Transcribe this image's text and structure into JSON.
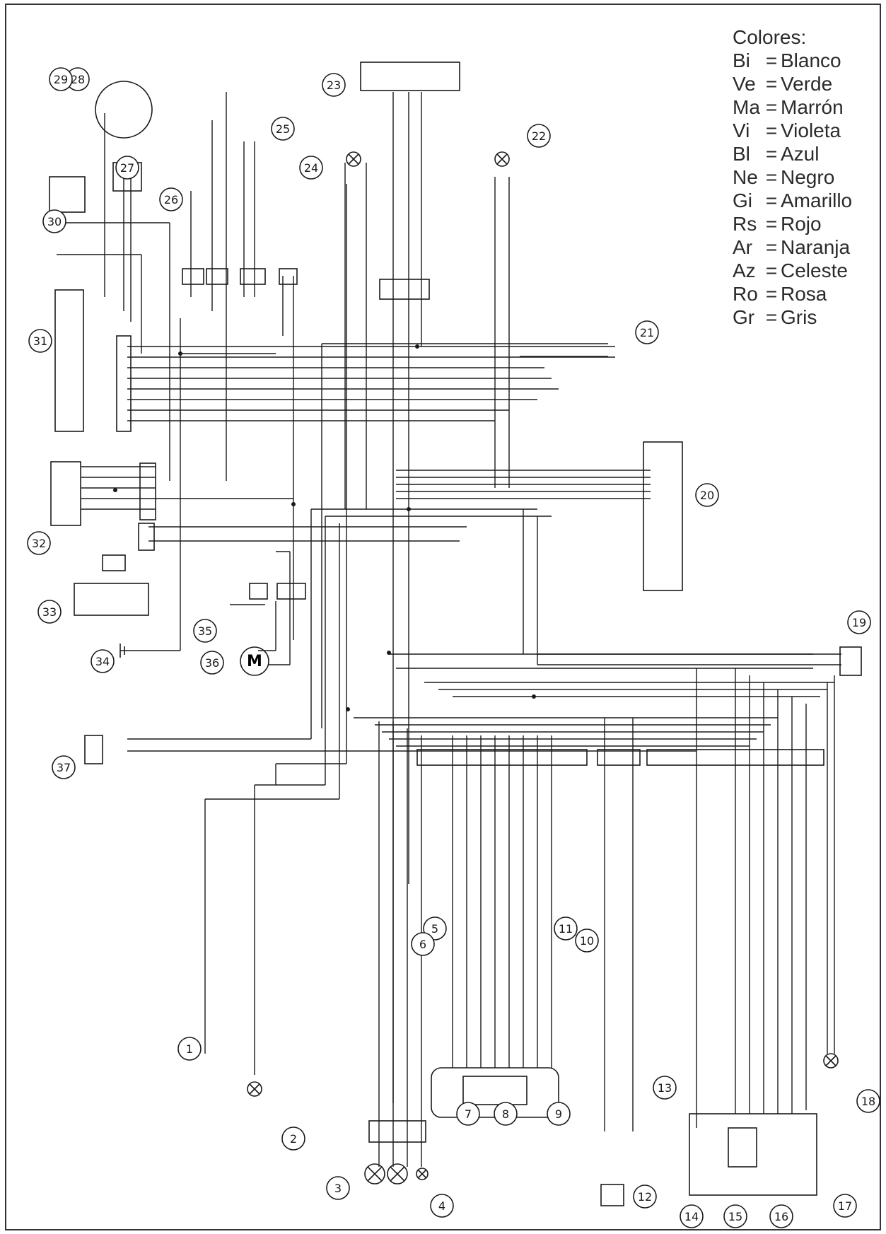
{
  "legend": {
    "title": "Colores:",
    "items": [
      {
        "code": "Bi",
        "name": "Blanco"
      },
      {
        "code": "Ve",
        "name": "Verde"
      },
      {
        "code": "Ma",
        "name": "Marrón"
      },
      {
        "code": "Vi",
        "name": "Violeta"
      },
      {
        "code": "Bl",
        "name": "Azul"
      },
      {
        "code": "Ne",
        "name": "Negro"
      },
      {
        "code": "Gi",
        "name": "Amarillo"
      },
      {
        "code": "Rs",
        "name": "Rojo"
      },
      {
        "code": "Ar",
        "name": "Naranja"
      },
      {
        "code": "Az",
        "name": "Celeste"
      },
      {
        "code": "Ro",
        "name": "Rosa"
      },
      {
        "code": "Gr",
        "name": "Gris"
      }
    ]
  },
  "callouts": [
    "1",
    "2",
    "3",
    "4",
    "5",
    "6",
    "7",
    "8",
    "9",
    "10",
    "11",
    "12",
    "13",
    "14",
    "15",
    "16",
    "17",
    "18",
    "19",
    "20",
    "21",
    "22",
    "23",
    "24",
    "25",
    "26",
    "27",
    "28",
    "29",
    "30",
    "31",
    "32",
    "33",
    "34",
    "35",
    "36",
    "37"
  ],
  "motor_label": "M",
  "colors": {
    "line": "#1a1a1a",
    "frame": "#333333"
  }
}
